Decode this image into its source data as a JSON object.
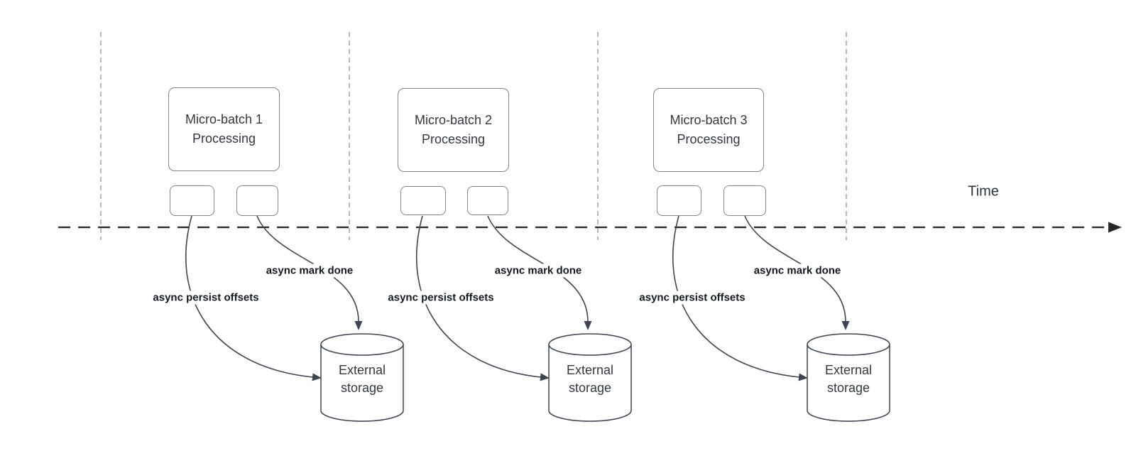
{
  "diagram": {
    "colors": {
      "connector": "#3d4550",
      "timeline": "#23272e",
      "gridline": "#a9a9a9",
      "box_border": "#848484",
      "box_text": "#33383f",
      "label_text": "#14181f",
      "bg": "#ffffff"
    },
    "time_axis": {
      "label": "Time"
    },
    "batches": [
      {
        "title_line1": "Micro-batch 1",
        "title_line2": "Processing",
        "persist_label": "async persist offsets",
        "done_label": "async mark done",
        "storage_line1": "External",
        "storage_line2": "storage"
      },
      {
        "title_line1": "Micro-batch 2",
        "title_line2": "Processing",
        "persist_label": "async persist offsets",
        "done_label": "async mark done",
        "storage_line1": "External",
        "storage_line2": "storage"
      },
      {
        "title_line1": "Micro-batch 3",
        "title_line2": "Processing",
        "persist_label": "async persist offsets",
        "done_label": "async mark done",
        "storage_line1": "External",
        "storage_line2": "storage"
      }
    ]
  }
}
